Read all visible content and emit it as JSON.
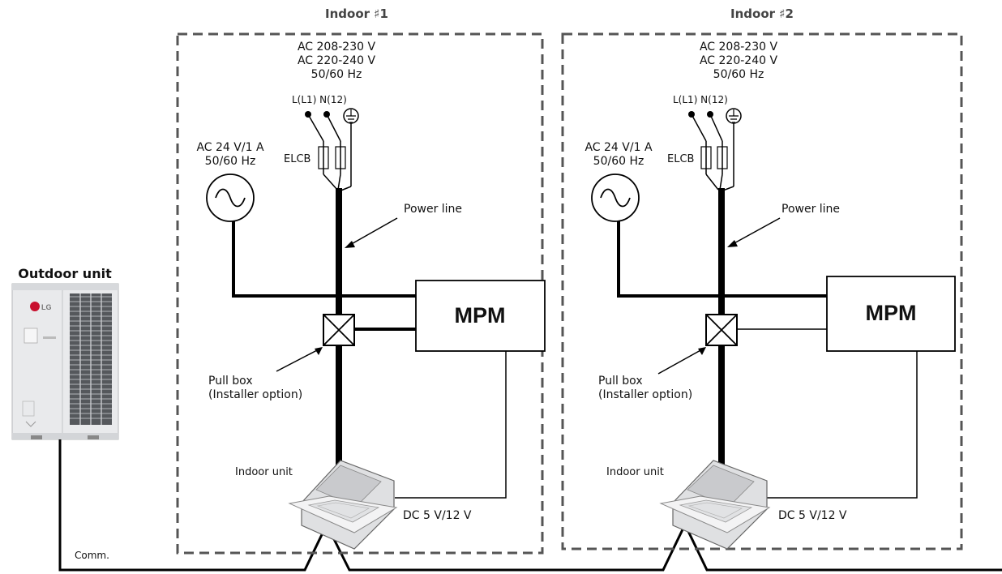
{
  "outdoor": {
    "title": "Outdoor unit",
    "brand": "LG",
    "comm_label": "Comm."
  },
  "sections": [
    {
      "title": "Indoor ♯1",
      "power_lines": [
        "AC 208-230 V",
        "AC 220-240 V",
        "50/60 Hz"
      ],
      "terminals": "L(L1) N(12)",
      "elcb": "ELCB",
      "ac24": [
        "AC 24 V/1 A",
        "50/60 Hz"
      ],
      "power_line_label": "Power line",
      "mpm": "MPM",
      "pull_box": [
        "Pull box",
        "(Installer option)"
      ],
      "indoor_unit": "Indoor unit",
      "dc": "DC 5 V/12 V"
    },
    {
      "title": "Indoor ♯2",
      "power_lines": [
        "AC 208-230 V",
        "AC 220-240 V",
        "50/60 Hz"
      ],
      "terminals": "L(L1) N(12)",
      "elcb": "ELCB",
      "ac24": [
        "AC 24 V/1 A",
        "50/60 Hz"
      ],
      "power_line_label": "Power line",
      "mpm": "MPM",
      "pull_box": [
        "Pull box",
        "(Installer option)"
      ],
      "indoor_unit": "Indoor unit",
      "dc": "DC 5 V/12 V"
    }
  ],
  "colors": {
    "line": "#000000",
    "dash": "#555555",
    "title": "#444444",
    "brand": "#c8102e"
  }
}
